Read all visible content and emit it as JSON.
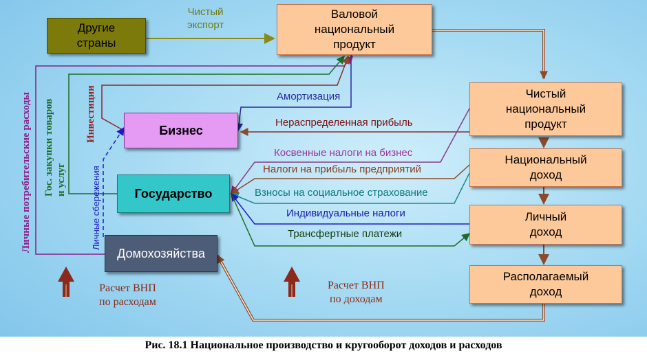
{
  "boxes": {
    "other_countries": "Другие\nстраны",
    "gnp": "Валовой\nнациональный\nпродукт",
    "nnp": "Чистый\nнациональный\nпродукт",
    "national_income": "Национальный\nдоход",
    "personal_income": "Личный\nдоход",
    "disposable_income": "Располагаемый\nдоход",
    "business": "Бизнес",
    "government": "Государство",
    "households": "Домохозяйства"
  },
  "flows": {
    "net_export": "Чистый\nэкспорт",
    "depreciation": "Амортизация",
    "retained_earnings": "Нераспределенная прибыль",
    "indirect_taxes": "Косвенные налоги на бизнес",
    "profit_tax": "Налоги на прибыль предприятий",
    "social_insurance": "Взносы на социальное страхование",
    "individual_taxes": "Индивидуальные налоги",
    "transfers": "Трансфертные платежи",
    "consumer_spending": "Личные потребительские расходы",
    "gov_purchases": "Гос. закупки товаров\nи услуг",
    "investment": "Инвестиции",
    "savings": "Личные сбережения"
  },
  "notes": {
    "expenditure": "Расчет ВНП\nпо расходам",
    "income": "Расчет ВНП\nпо доходам"
  },
  "caption": "Рис. 18.1 Национальное производство и кругооборот доходов и расходов",
  "colors": {
    "peach": "#fdc99a",
    "olive": "#7b7a0b",
    "violet": "#e59bf3",
    "teal": "#33c7c9",
    "slate": "#4d5d77",
    "brown": "#a0522d",
    "green": "#1e6b2a",
    "purple": "#8a1f8a",
    "blue": "#1c1cc6"
  }
}
